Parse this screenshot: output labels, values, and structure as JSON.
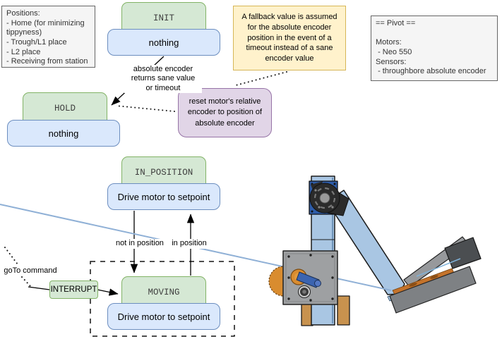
{
  "diagram": {
    "states": {
      "init": {
        "name": "INIT",
        "action": "nothing"
      },
      "hold": {
        "name": "HOLD",
        "action": "nothing"
      },
      "in_position": {
        "name": "IN_POSITION",
        "action": "Drive motor to setpoint"
      },
      "moving": {
        "name": "MOVING",
        "action": "Drive motor to setpoint"
      },
      "interrupt": {
        "label": "INTERRUPT"
      }
    },
    "transitions": {
      "init_to_hold": "absolute encoder\nreturns sane value\nor timeout",
      "not_in_position": "not in position",
      "in_position": "in position",
      "goto_command": "goTo command"
    },
    "notes": {
      "positions": "Positions:\n- Home (for minimizing tippyness)\n- Trough/L1 place\n- L2 place\n- Receiving from station",
      "fallback": "A fallback value is assumed for the absolute encoder position in the event of a timeout instead of a sane encoder value",
      "pivot_info": "== Pivot ==\n\nMotors:\n - Neo 550\nSensors:\n - throughbore absolute encoder",
      "reset_encoder": "reset motor's relative encoder to position of absolute encoder"
    },
    "colors": {
      "state_fill": "#d5e8d4",
      "state_border": "#82b366",
      "action_fill": "#dae8fc",
      "action_border": "#6c8ebf",
      "note_yellow_fill": "#fff2cc",
      "note_yellow_border": "#d6b656",
      "note_purple_fill": "#e1d5e7",
      "note_purple_border": "#9673a6",
      "note_gray_fill": "#f5f5f5",
      "note_gray_border": "#666666"
    }
  }
}
